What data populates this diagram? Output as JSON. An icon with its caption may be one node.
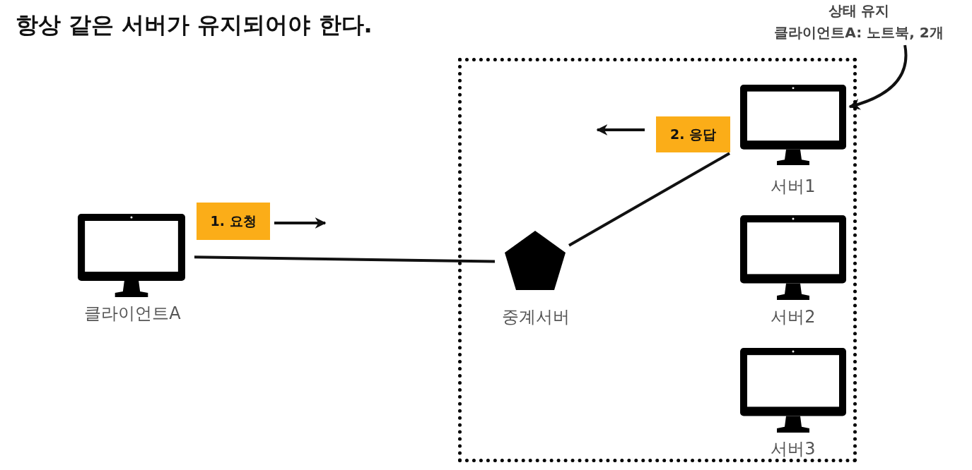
{
  "diagram": {
    "title": "항상 같은 서버가 유지되어야 한다.",
    "nodes": [
      {
        "text": [],
        "shape": "box"
      },
      {
        "text": [
          "클라이언트A"
        ]
      },
      {
        "text": [
          "중계서버"
        ],
        "in": 0
      },
      {
        "text": [
          "서버1"
        ],
        "in": 0
      },
      {
        "text": [
          "서버2"
        ],
        "in": 0
      },
      {
        "text": [
          "서버3"
        ],
        "in": 0
      },
      {
        "text": [
          "상태 유지",
          "클라이언트A: 노트북, 2개"
        ]
      },
      {
        "text": [
          "1. 요청"
        ]
      },
      {
        "text": [
          "2. 응답"
        ],
        "in": 0
      }
    ],
    "edges": [
      {
        "from": 1,
        "to": 2,
        "arrow": "none"
      },
      {
        "from": 2,
        "to": 3,
        "arrow": "none"
      },
      {
        "from": 6,
        "to": 3,
        "arrow": "to"
      }
    ]
  }
}
